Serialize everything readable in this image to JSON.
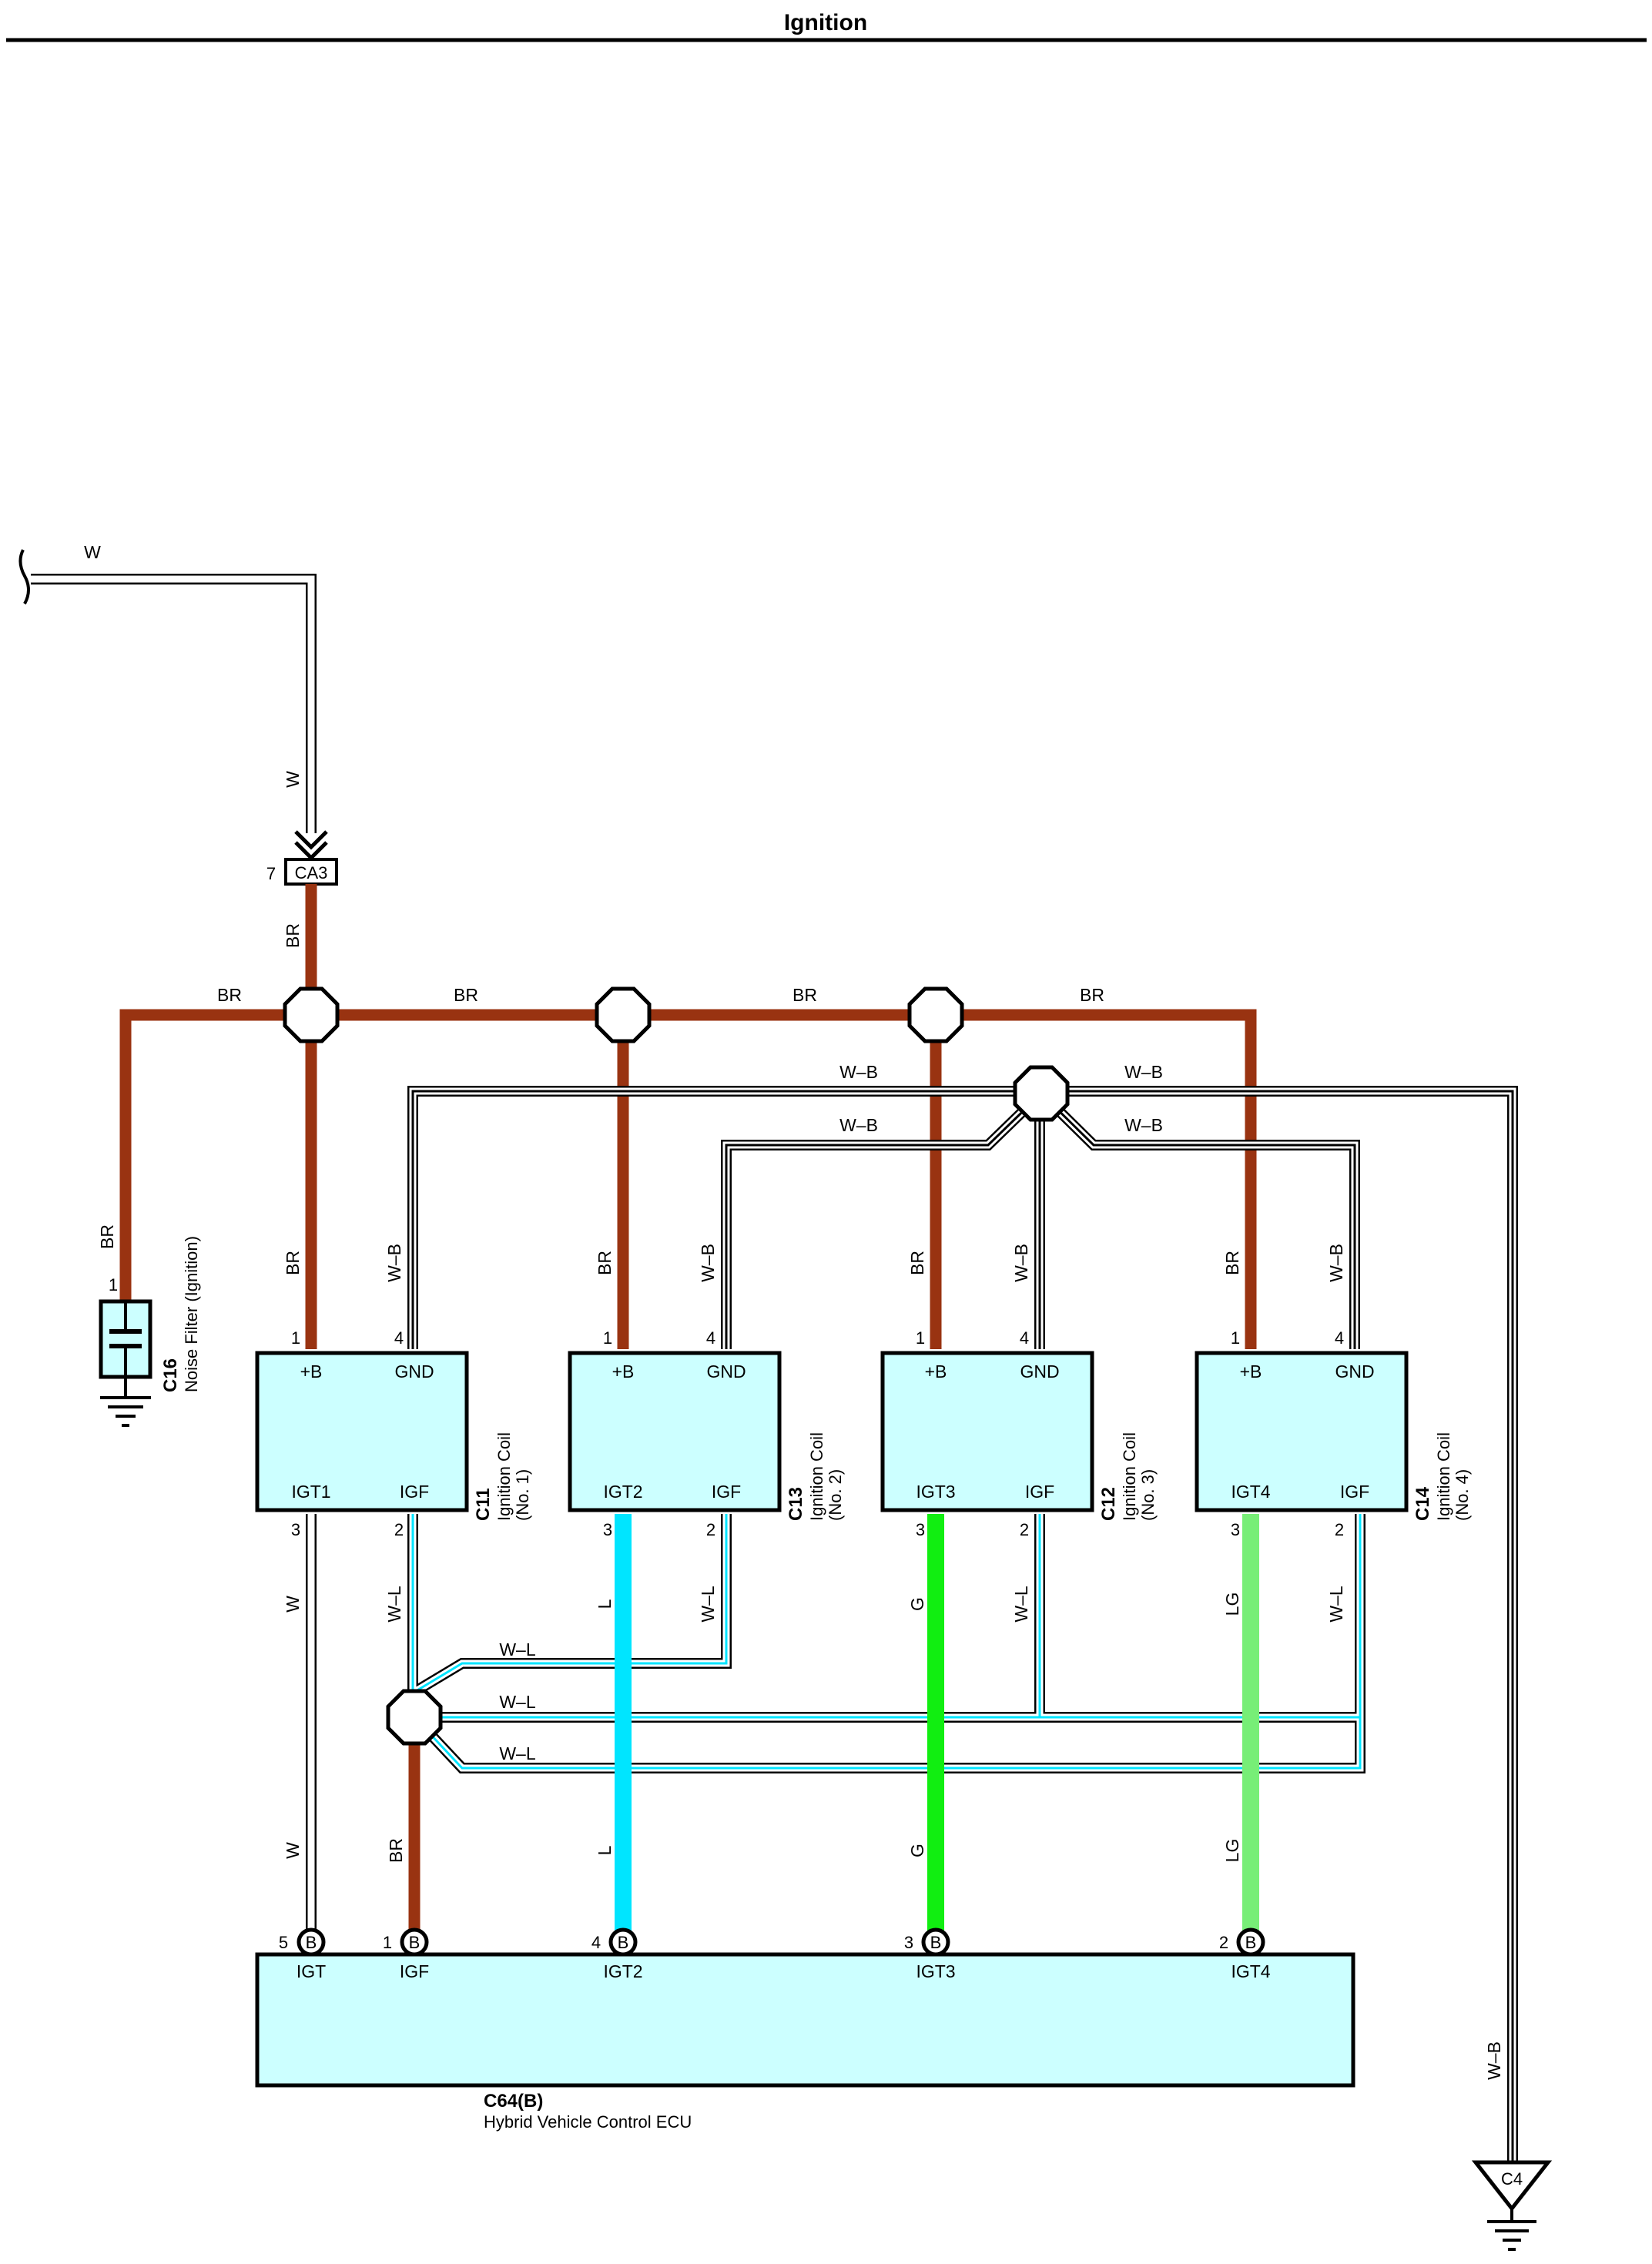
{
  "page": {
    "title": "Ignition"
  },
  "colors": {
    "BR": "#993311",
    "L": "#00e5ff",
    "G": "#11ee11",
    "LG": "#77ee77",
    "W_stripe": "#ffffff",
    "B_stripe": "#000000",
    "L_stripe": "#00e5ff",
    "component_fill": "#ccffff"
  },
  "wire_colors": {
    "W": "W",
    "BR": "BR",
    "WB": "W–B",
    "WL": "W–L",
    "L": "L",
    "G": "G",
    "LG": "LG"
  },
  "connector_ca3": {
    "code": "CA3",
    "pin": "7"
  },
  "noise_filter": {
    "code": "C16",
    "name": "Noise Filter (Ignition)",
    "pin": "1"
  },
  "coils": [
    {
      "code": "C11",
      "name": "Ignition Coil",
      "sub": "(No. 1)",
      "plus_b": "+B",
      "gnd": "GND",
      "igt": "IGT1",
      "igf": "IGF",
      "pin_plus": "1",
      "pin_gnd": "4",
      "pin_igt": "3",
      "pin_igf": "2",
      "igt_wire": "W"
    },
    {
      "code": "C13",
      "name": "Ignition Coil",
      "sub": "(No. 2)",
      "plus_b": "+B",
      "gnd": "GND",
      "igt": "IGT2",
      "igf": "IGF",
      "pin_plus": "1",
      "pin_gnd": "4",
      "pin_igt": "3",
      "pin_igf": "2",
      "igt_wire": "L"
    },
    {
      "code": "C12",
      "name": "Ignition Coil",
      "sub": "(No. 3)",
      "plus_b": "+B",
      "gnd": "GND",
      "igt": "IGT3",
      "igf": "IGF",
      "pin_plus": "1",
      "pin_gnd": "4",
      "pin_igt": "3",
      "pin_igf": "2",
      "igt_wire": "G"
    },
    {
      "code": "C14",
      "name": "Ignition Coil",
      "sub": "(No. 4)",
      "plus_b": "+B",
      "gnd": "GND",
      "igt": "IGT4",
      "igf": "IGF",
      "pin_plus": "1",
      "pin_gnd": "4",
      "pin_igt": "3",
      "pin_igf": "2",
      "igt_wire": "LG"
    }
  ],
  "ecu": {
    "code": "C64(B)",
    "name": "Hybrid Vehicle Control ECU",
    "terminal_letter": "B",
    "terminals": [
      {
        "pin": "5",
        "label": "IGT",
        "wire": "W"
      },
      {
        "pin": "1",
        "label": "IGF",
        "wire": "BR"
      },
      {
        "pin": "4",
        "label": "IGT2",
        "wire": "L"
      },
      {
        "pin": "3",
        "label": "IGT3",
        "wire": "G"
      },
      {
        "pin": "2",
        "label": "IGT4",
        "wire": "LG"
      }
    ]
  },
  "ground": {
    "code": "C4"
  }
}
